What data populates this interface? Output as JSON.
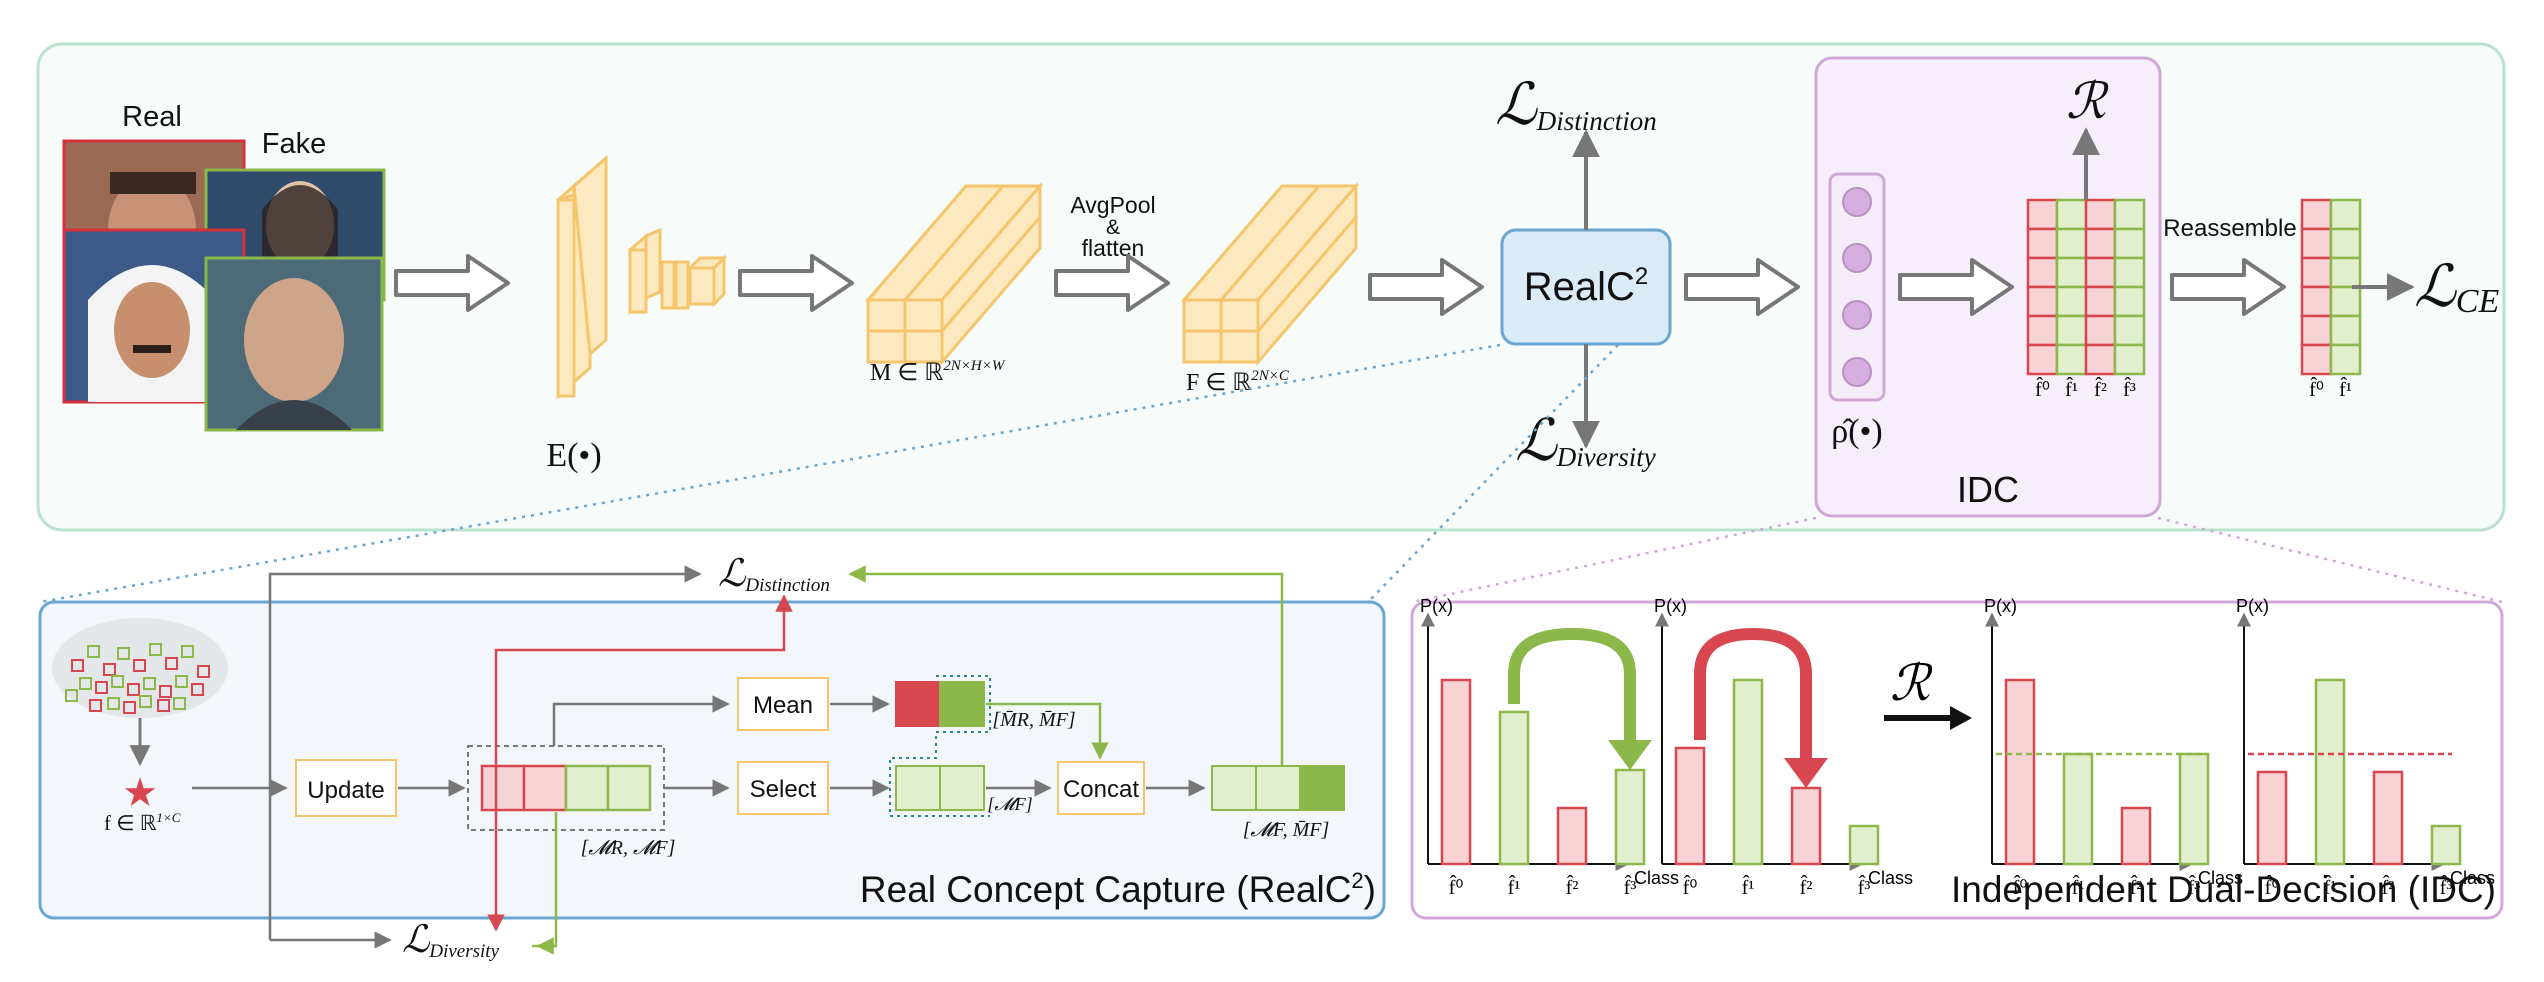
{
  "inputs": {
    "real_label": "Real",
    "fake_label": "Fake"
  },
  "encoder": {
    "label": "E(•)"
  },
  "feature_map": {
    "label": "M ∈ ℝ",
    "sup": "2N×H×W"
  },
  "pool": {
    "line1": "AvgPool",
    "line2": "&",
    "line3": "flatten"
  },
  "feature_vec": {
    "label": "F ∈ ℝ",
    "sup": "2N×C"
  },
  "realc2_box": {
    "label": "RealC",
    "sup": "2"
  },
  "losses": {
    "script": "ℒ",
    "distinction_sub": "Distinction",
    "diversity_sub": "Diversity",
    "ce_sub": "CE",
    "r_symbol": "ℛ"
  },
  "idc_top": {
    "rho_label": "ρ̂(•)",
    "reassemble": "Reassemble",
    "title": "IDC",
    "f_labels": [
      "f̂⁰",
      "f̂¹",
      "f̂²",
      "f̂³"
    ],
    "f_labels_out": [
      "f̂⁰",
      "f̂¹"
    ]
  },
  "realc2_panel": {
    "f_label": "f ∈ ℝ",
    "f_sup": "1×C",
    "update": "Update",
    "mean": "Mean",
    "select": "Select",
    "concat": "Concat",
    "m_rf": "[𝓜R, 𝓜F]",
    "m_bar_rf": "[M̄R, M̄F]",
    "m_f": "[𝓜F]",
    "m_f_bar": "[𝓜F, M̄F]",
    "title": "Real Concept  Capture (RealC",
    "title_sup": "2",
    "title_end": ")"
  },
  "idc_panel": {
    "title": "Independent Dual-Decision (IDC)",
    "px": "P(x)",
    "class": "Class",
    "f_labels": [
      "f̂⁰",
      "f̂¹",
      "f̂²",
      "f̂³"
    ],
    "r_symbol": "ℛ"
  },
  "colors": {
    "orange_stroke": "#f5c56b",
    "orange_fill": "#fde9c0",
    "blue_box": "#d9ecf8",
    "blue_stroke": "#6aa6d0",
    "purple_stroke": "#d0a8d8",
    "green_panel": "#b9e3cf",
    "red": "#d8474f",
    "red_fill": "#f7d3d6",
    "green": "#8cb84a",
    "green_fill": "#e2efcf"
  }
}
